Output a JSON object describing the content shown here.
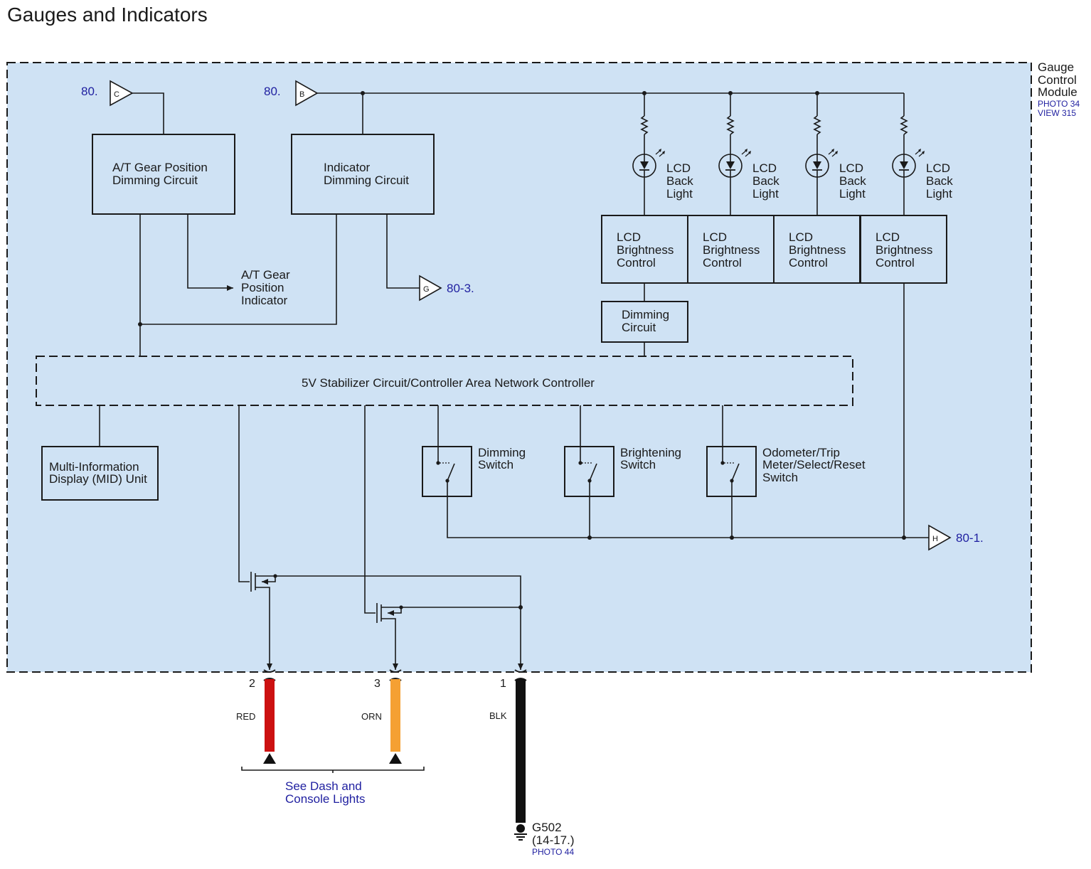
{
  "title": "Gauges and Indicators",
  "module": {
    "name_lines": [
      "Gauge",
      "Control",
      "Module"
    ],
    "photo": "PHOTO 34",
    "view": "VIEW 315"
  },
  "colors": {
    "module_fill": "#cfe2f4",
    "wire_red": "#cc1111",
    "wire_orange": "#f5a033",
    "wire_black": "#111111",
    "link_blue": "#1f1fa0"
  },
  "connectors": {
    "c": {
      "letter": "C",
      "ref": "80."
    },
    "b": {
      "letter": "B",
      "ref": "80."
    },
    "g": {
      "letter": "G",
      "ref": "80-3."
    },
    "h": {
      "letter": "H",
      "ref": "80-1."
    }
  },
  "blocks": {
    "at_gear_dimming": [
      "A/T Gear Position",
      "Dimming Circuit"
    ],
    "indicator_dimming": [
      "Indicator",
      "Dimming Circuit"
    ],
    "at_gear_indicator": [
      "A/T Gear",
      "Position",
      "Indicator"
    ],
    "lcd_back_light": [
      "LCD",
      "Back",
      "Light"
    ],
    "lcd_brightness": [
      "LCD",
      "Brightness",
      "Control"
    ],
    "dimming_circuit": [
      "Dimming",
      "Circuit"
    ],
    "stabilizer": "5V Stabilizer Circuit/Controller Area Network Controller",
    "mid": [
      "Multi-Information",
      "Display (MID) Unit"
    ],
    "dimming_switch": [
      "Dimming",
      "Switch"
    ],
    "brightening_switch": [
      "Brightening",
      "Switch"
    ],
    "odometer_switch": [
      "Odometer/Trip",
      "Meter/Select/Reset",
      "Switch"
    ]
  },
  "wires": [
    {
      "pin": "2",
      "color_label": "RED"
    },
    {
      "pin": "3",
      "color_label": "ORN"
    },
    {
      "pin": "1",
      "color_label": "BLK"
    }
  ],
  "see_note": [
    "See Dash and",
    "Console Lights"
  ],
  "ground": {
    "name": "G502",
    "ref": "(14-17.)",
    "photo": "PHOTO 44"
  }
}
